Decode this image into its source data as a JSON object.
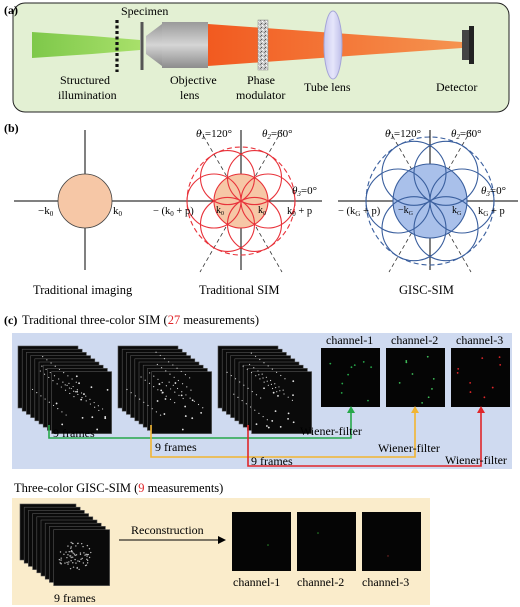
{
  "panel_a": {
    "label": "(a)",
    "specimen": "Specimen",
    "structured_illumination": [
      "Structured",
      "illumination"
    ],
    "objective_lens": [
      "Objective",
      "lens"
    ],
    "phase_modulator": [
      "Phase",
      "modulator"
    ],
    "tube_lens": "Tube lens",
    "detector": "Detector"
  },
  "panel_b": {
    "label": "(b)",
    "traditional_imaging": {
      "caption": "Traditional imaging",
      "left_tick": "−k",
      "left_tick_sub": "0",
      "right_tick": "k",
      "right_tick_sub": "0"
    },
    "traditional_sim": {
      "caption": "Traditional SIM",
      "theta1": "θ",
      "theta1_sub": "1",
      "theta1_value": "=120°",
      "theta2": "θ",
      "theta2_sub": "2",
      "theta2_value": "=60°",
      "theta3": "θ",
      "theta3_sub": "3",
      "theta3_value": "=0°",
      "left_label": "− (k",
      "left_label_sub": "0",
      "left_label_end": " + p)",
      "inner_left": "k",
      "inner_left_sub": "0",
      "inner_right": "k",
      "inner_right_sub": "0",
      "right_label": "k",
      "right_label_sub": "0",
      "right_label_end": " + p"
    },
    "gisc_sim": {
      "caption": "GISC-SIM",
      "theta1": "θ",
      "theta1_sub": "1",
      "theta1_value": "=120°",
      "theta2": "θ",
      "theta2_sub": "2",
      "theta2_value": "=60°",
      "theta3": "θ",
      "theta3_sub": "3",
      "theta3_value": "=0°",
      "left_label": "− (k",
      "left_label_sub": "G",
      "left_label_end": " + p)",
      "inner_left": "−k",
      "inner_left_sub": "G",
      "inner_right": "k",
      "inner_right_sub": "G",
      "right_label": "k",
      "right_label_sub": "G",
      "right_label_end": " + p"
    }
  },
  "panel_c": {
    "label": "(c)",
    "traditional_title_pre": "Traditional three-color SIM (",
    "traditional_count": "27",
    "traditional_title_post": " measurements)",
    "channel_1": "channel-1",
    "channel_2": "channel-2",
    "channel_3": "channel-3",
    "frames_label": "9 frames",
    "wiener_filter": "Wiener-filter",
    "gisc_title_pre": "Three-color GISC-SIM (",
    "gisc_count": "9",
    "gisc_title_post": " measurements)",
    "reconstruction": "Reconstruction",
    "bottom_frames": "9 frames",
    "bottom_channel_1": "channel-1",
    "bottom_channel_2": "channel-2",
    "bottom_channel_3": "channel-3"
  },
  "colors": {
    "panel_a_bg": "#e3f0d3",
    "beam_green": "#8fd45a",
    "beam_orange": "#f26a2e",
    "sim_circle": "#e8323a",
    "gisc_circle": "#3a5f9e",
    "gisc_fill": "#a9c0ea",
    "center_fill": "#f6c7a6",
    "panel_c_blue": "#cfdaf0",
    "panel_c_yellow": "#faeccb",
    "green_line": "#27a84a",
    "yellow_line": "#f2b531",
    "red_line": "#e0262a",
    "highlight_red": "#e0262a"
  }
}
